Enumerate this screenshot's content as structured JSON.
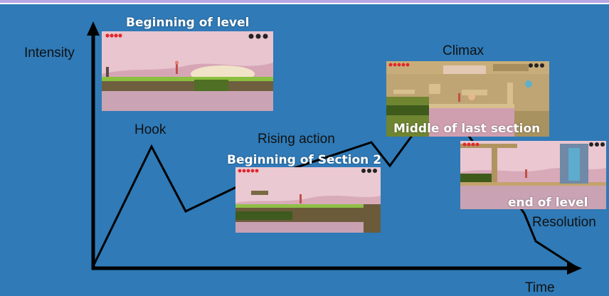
{
  "axes": {
    "y_label": "Intensity",
    "x_label": "Time"
  },
  "stages": {
    "hook": "Hook",
    "rising_action": "Rising action",
    "climax": "Climax",
    "resolution": "Resolution"
  },
  "screenshots": [
    {
      "caption": "Beginning of level",
      "icon": "game-screenshot-level-start"
    },
    {
      "caption": "Beginning of Section 2",
      "icon": "game-screenshot-section-2"
    },
    {
      "caption": "Middle of last section",
      "icon": "game-screenshot-last-section"
    },
    {
      "caption": "end of level",
      "icon": "game-screenshot-level-end"
    }
  ],
  "colors": {
    "background": "#2f7ab7",
    "curve": "#000000",
    "caption_text": "#ffffff"
  }
}
